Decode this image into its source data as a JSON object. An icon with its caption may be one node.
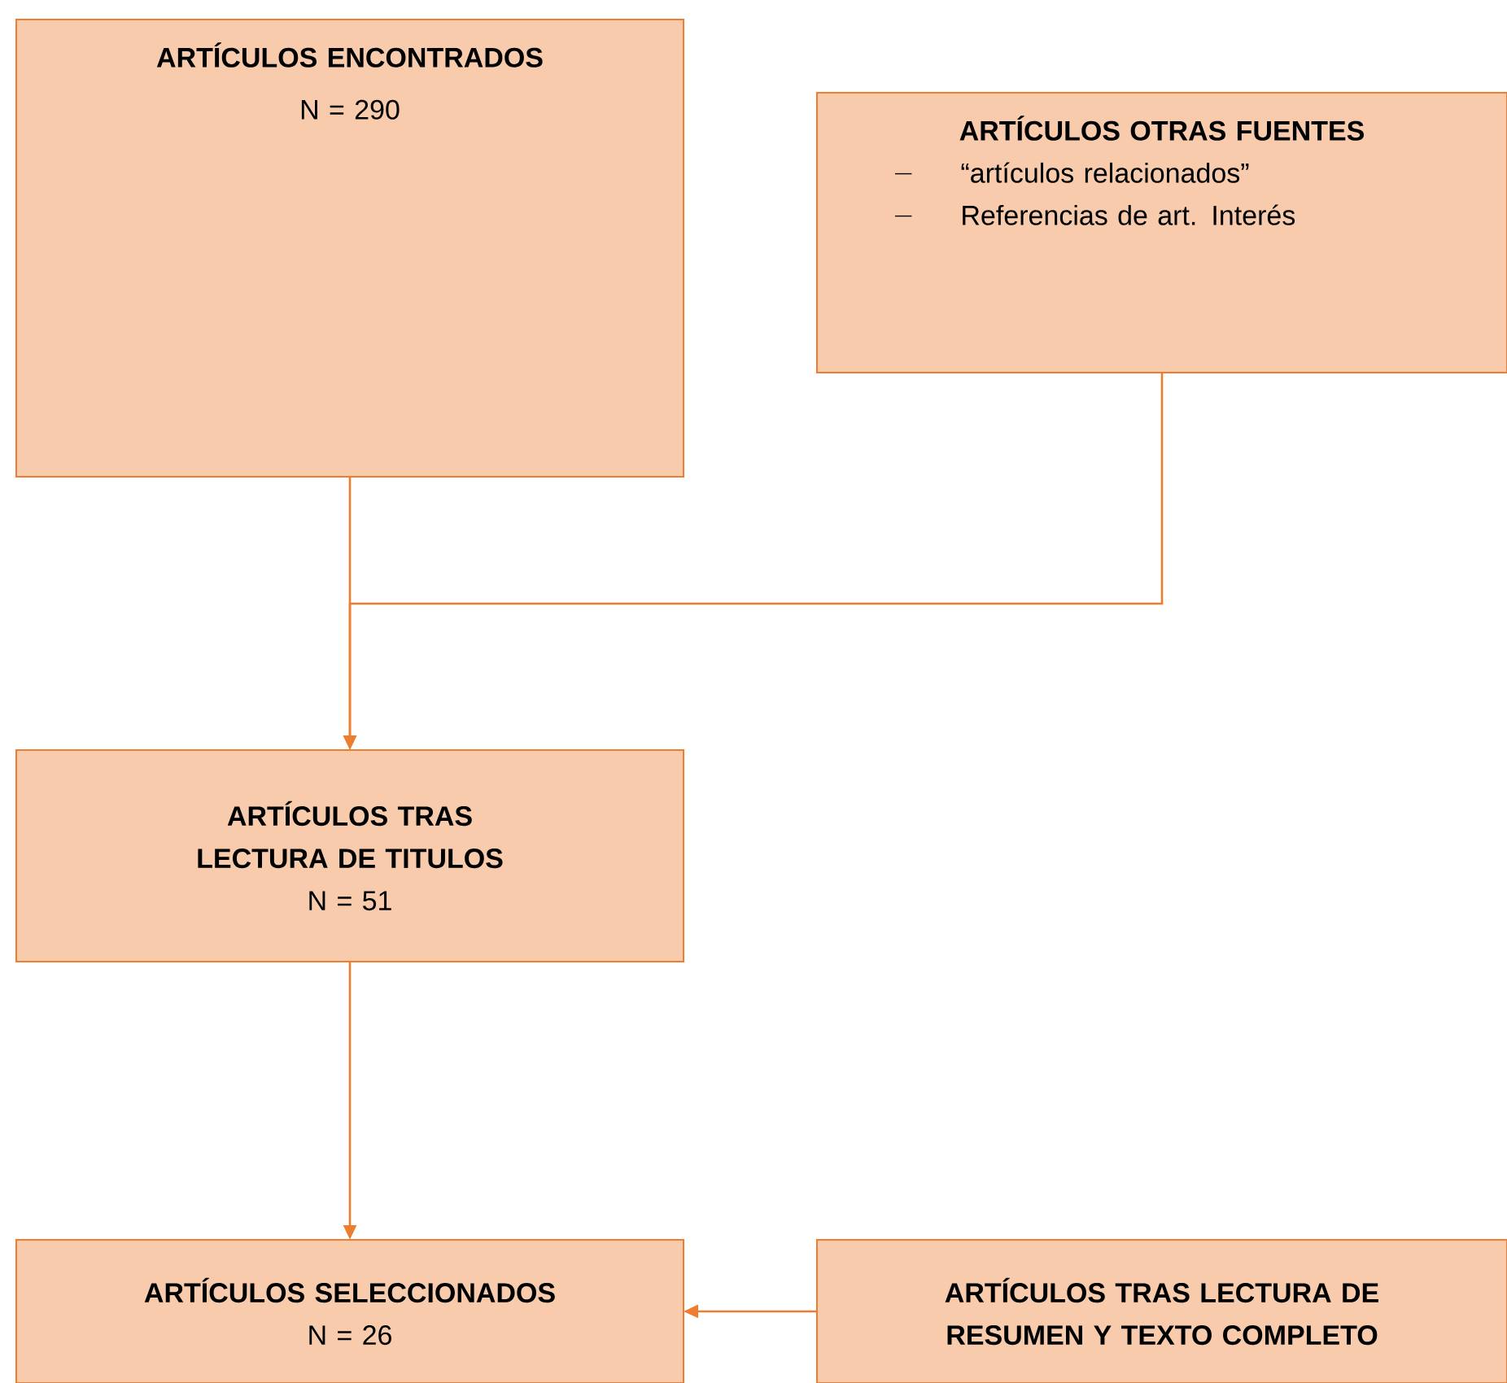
{
  "diagram": {
    "nodes": [
      {
        "text": [
          "ARTÍCULOS ENCONTRADOS",
          "N = 290"
        ]
      },
      {
        "text": [
          "ARTÍCULOS OTRAS FUENTES",
          "“artículos relacionados”",
          "Referencias de art. Interés"
        ]
      },
      {
        "text": [
          "ARTÍCULOS TRAS LECTURA DE TITULOS",
          "N = 51"
        ]
      },
      {
        "text": [
          "ARTÍCULOS SELECCIONADOS",
          "N = 26"
        ]
      },
      {
        "text": [
          "ARTÍCULOS TRAS LECTURA DE RESUMEN Y TEXTO COMPLETO"
        ]
      }
    ],
    "edges": [
      {
        "from": 0,
        "to": 2,
        "arrow": "to"
      },
      {
        "from": 1,
        "to": 2,
        "arrow": "to"
      },
      {
        "from": 2,
        "to": 3,
        "arrow": "to"
      },
      {
        "from": 4,
        "to": 3,
        "arrow": "to"
      }
    ]
  }
}
